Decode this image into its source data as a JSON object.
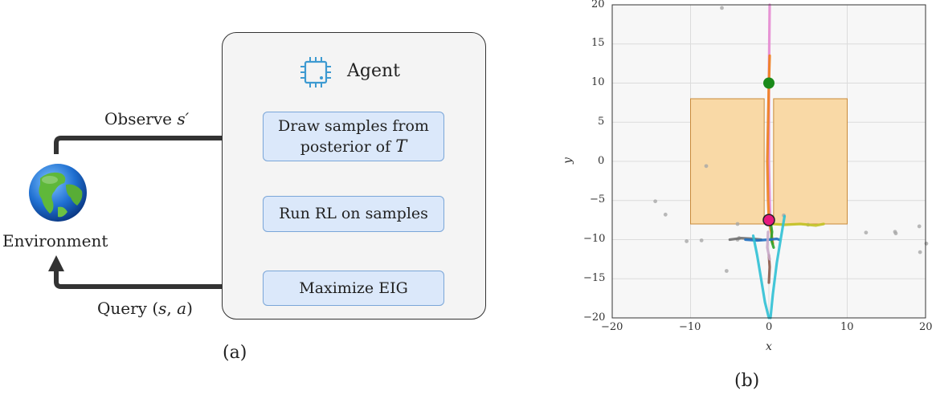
{
  "panel_a": {
    "agent_title": "Agent",
    "environment_label": "Environment",
    "observe_label": "Observe",
    "observe_var": "s′",
    "query_label": "Query",
    "query_open": "(",
    "query_s": "s",
    "query_comma": ", ",
    "query_a": "a",
    "query_close": ")",
    "step1_line1": "Draw samples from",
    "step1_line2": "posterior of",
    "step1_var": "T",
    "step2": "Run RL on samples",
    "step3": "Maximize EIG",
    "caption": "(a)"
  },
  "panel_b": {
    "caption": "(b)",
    "xlabel": "x",
    "ylabel": "y",
    "x_ticks": [
      "−20",
      "−10",
      "0",
      "10",
      "20"
    ],
    "y_ticks": [
      "20",
      "15",
      "10",
      "5",
      "0",
      "−5",
      "−10",
      "−15",
      "−20"
    ]
  },
  "chart_data": {
    "type": "scatter",
    "xlim": [
      -20,
      20
    ],
    "ylim": [
      -20,
      20
    ],
    "xlabel": "x",
    "ylabel": "y",
    "grid": true,
    "obstacle": {
      "x0": -10,
      "x1": 10,
      "y0": -8,
      "y1": 8,
      "gap_x0": -0.6,
      "gap_x1": 0.6,
      "color": "#f9d9a6",
      "edge": "#c98a3a"
    },
    "start_point": {
      "x": 0,
      "y": -7.5,
      "color": "#e6197f"
    },
    "goal_point": {
      "x": 0,
      "y": 10,
      "color": "#1a8a1a"
    },
    "trajectories": [
      {
        "color": "#e58ad2",
        "points": [
          [
            0.1,
            20
          ],
          [
            0.05,
            15
          ],
          [
            0.0,
            10
          ],
          [
            0.0,
            5
          ],
          [
            0.0,
            0
          ],
          [
            0.1,
            -5
          ],
          [
            0.2,
            -8
          ]
        ]
      },
      {
        "color": "#f07f1c",
        "points": [
          [
            0.1,
            13.5
          ],
          [
            0.0,
            10
          ],
          [
            -0.1,
            5
          ],
          [
            -0.2,
            0
          ],
          [
            -0.1,
            -5
          ],
          [
            0.0,
            -7.5
          ],
          [
            0.3,
            -9
          ],
          [
            0.5,
            -10.5
          ]
        ]
      },
      {
        "color": "#2aa22a",
        "points": [
          [
            0.0,
            -7.5
          ],
          [
            0.3,
            -8.3
          ],
          [
            0.4,
            -9
          ],
          [
            0.3,
            -10
          ],
          [
            0.6,
            -11
          ]
        ]
      },
      {
        "color": "#c2c224",
        "points": [
          [
            0.5,
            -8
          ],
          [
            2,
            -8.1
          ],
          [
            4,
            -8
          ],
          [
            6,
            -8.2
          ],
          [
            7,
            -8
          ]
        ]
      },
      {
        "color": "#707070",
        "points": [
          [
            -5,
            -10
          ],
          [
            -3.5,
            -9.8
          ],
          [
            -2,
            -9.9
          ],
          [
            -1,
            -10
          ]
        ]
      },
      {
        "color": "#1f6fc0",
        "points": [
          [
            -3,
            -10
          ],
          [
            -1.5,
            -10.1
          ],
          [
            0,
            -10
          ],
          [
            1,
            -9.9
          ],
          [
            1.3,
            -10
          ]
        ]
      },
      {
        "color": "#8c5a4a",
        "points": [
          [
            0.0,
            -12
          ],
          [
            0.1,
            -13.5
          ],
          [
            0.0,
            -15.5
          ]
        ]
      },
      {
        "color": "#2fc0d4",
        "points": [
          [
            -2,
            -9.5
          ],
          [
            -1.5,
            -12
          ],
          [
            -1,
            -15
          ],
          [
            -0.5,
            -18
          ],
          [
            0,
            -20
          ]
        ]
      },
      {
        "color": "#2fc0d4",
        "points": [
          [
            2,
            -7
          ],
          [
            1.5,
            -10
          ],
          [
            1,
            -13
          ],
          [
            0.5,
            -17
          ],
          [
            0.2,
            -20
          ]
        ]
      },
      {
        "color": "#c8a8c8",
        "points": [
          [
            -0.1,
            -9
          ],
          [
            -0.2,
            -11
          ],
          [
            0.1,
            -12.5
          ]
        ]
      }
    ],
    "scatter_gray": [
      [
        -6,
        19.6
      ],
      [
        -8,
        -0.6
      ],
      [
        -14.5,
        -5.1
      ],
      [
        -13.2,
        -6.8
      ],
      [
        -10.5,
        -10.2
      ],
      [
        -8.6,
        -10.1
      ],
      [
        -4,
        -10
      ],
      [
        -5.4,
        -14
      ],
      [
        -4,
        -8
      ],
      [
        -3.8,
        -9.8
      ],
      [
        1.9,
        -6.9
      ],
      [
        5,
        -8.1
      ],
      [
        12.4,
        -9.1
      ],
      [
        16.1,
        -9
      ],
      [
        16.2,
        -9.2
      ],
      [
        19.2,
        -8.3
      ],
      [
        19.3,
        -11.6
      ],
      [
        20.1,
        -10.5
      ]
    ]
  }
}
